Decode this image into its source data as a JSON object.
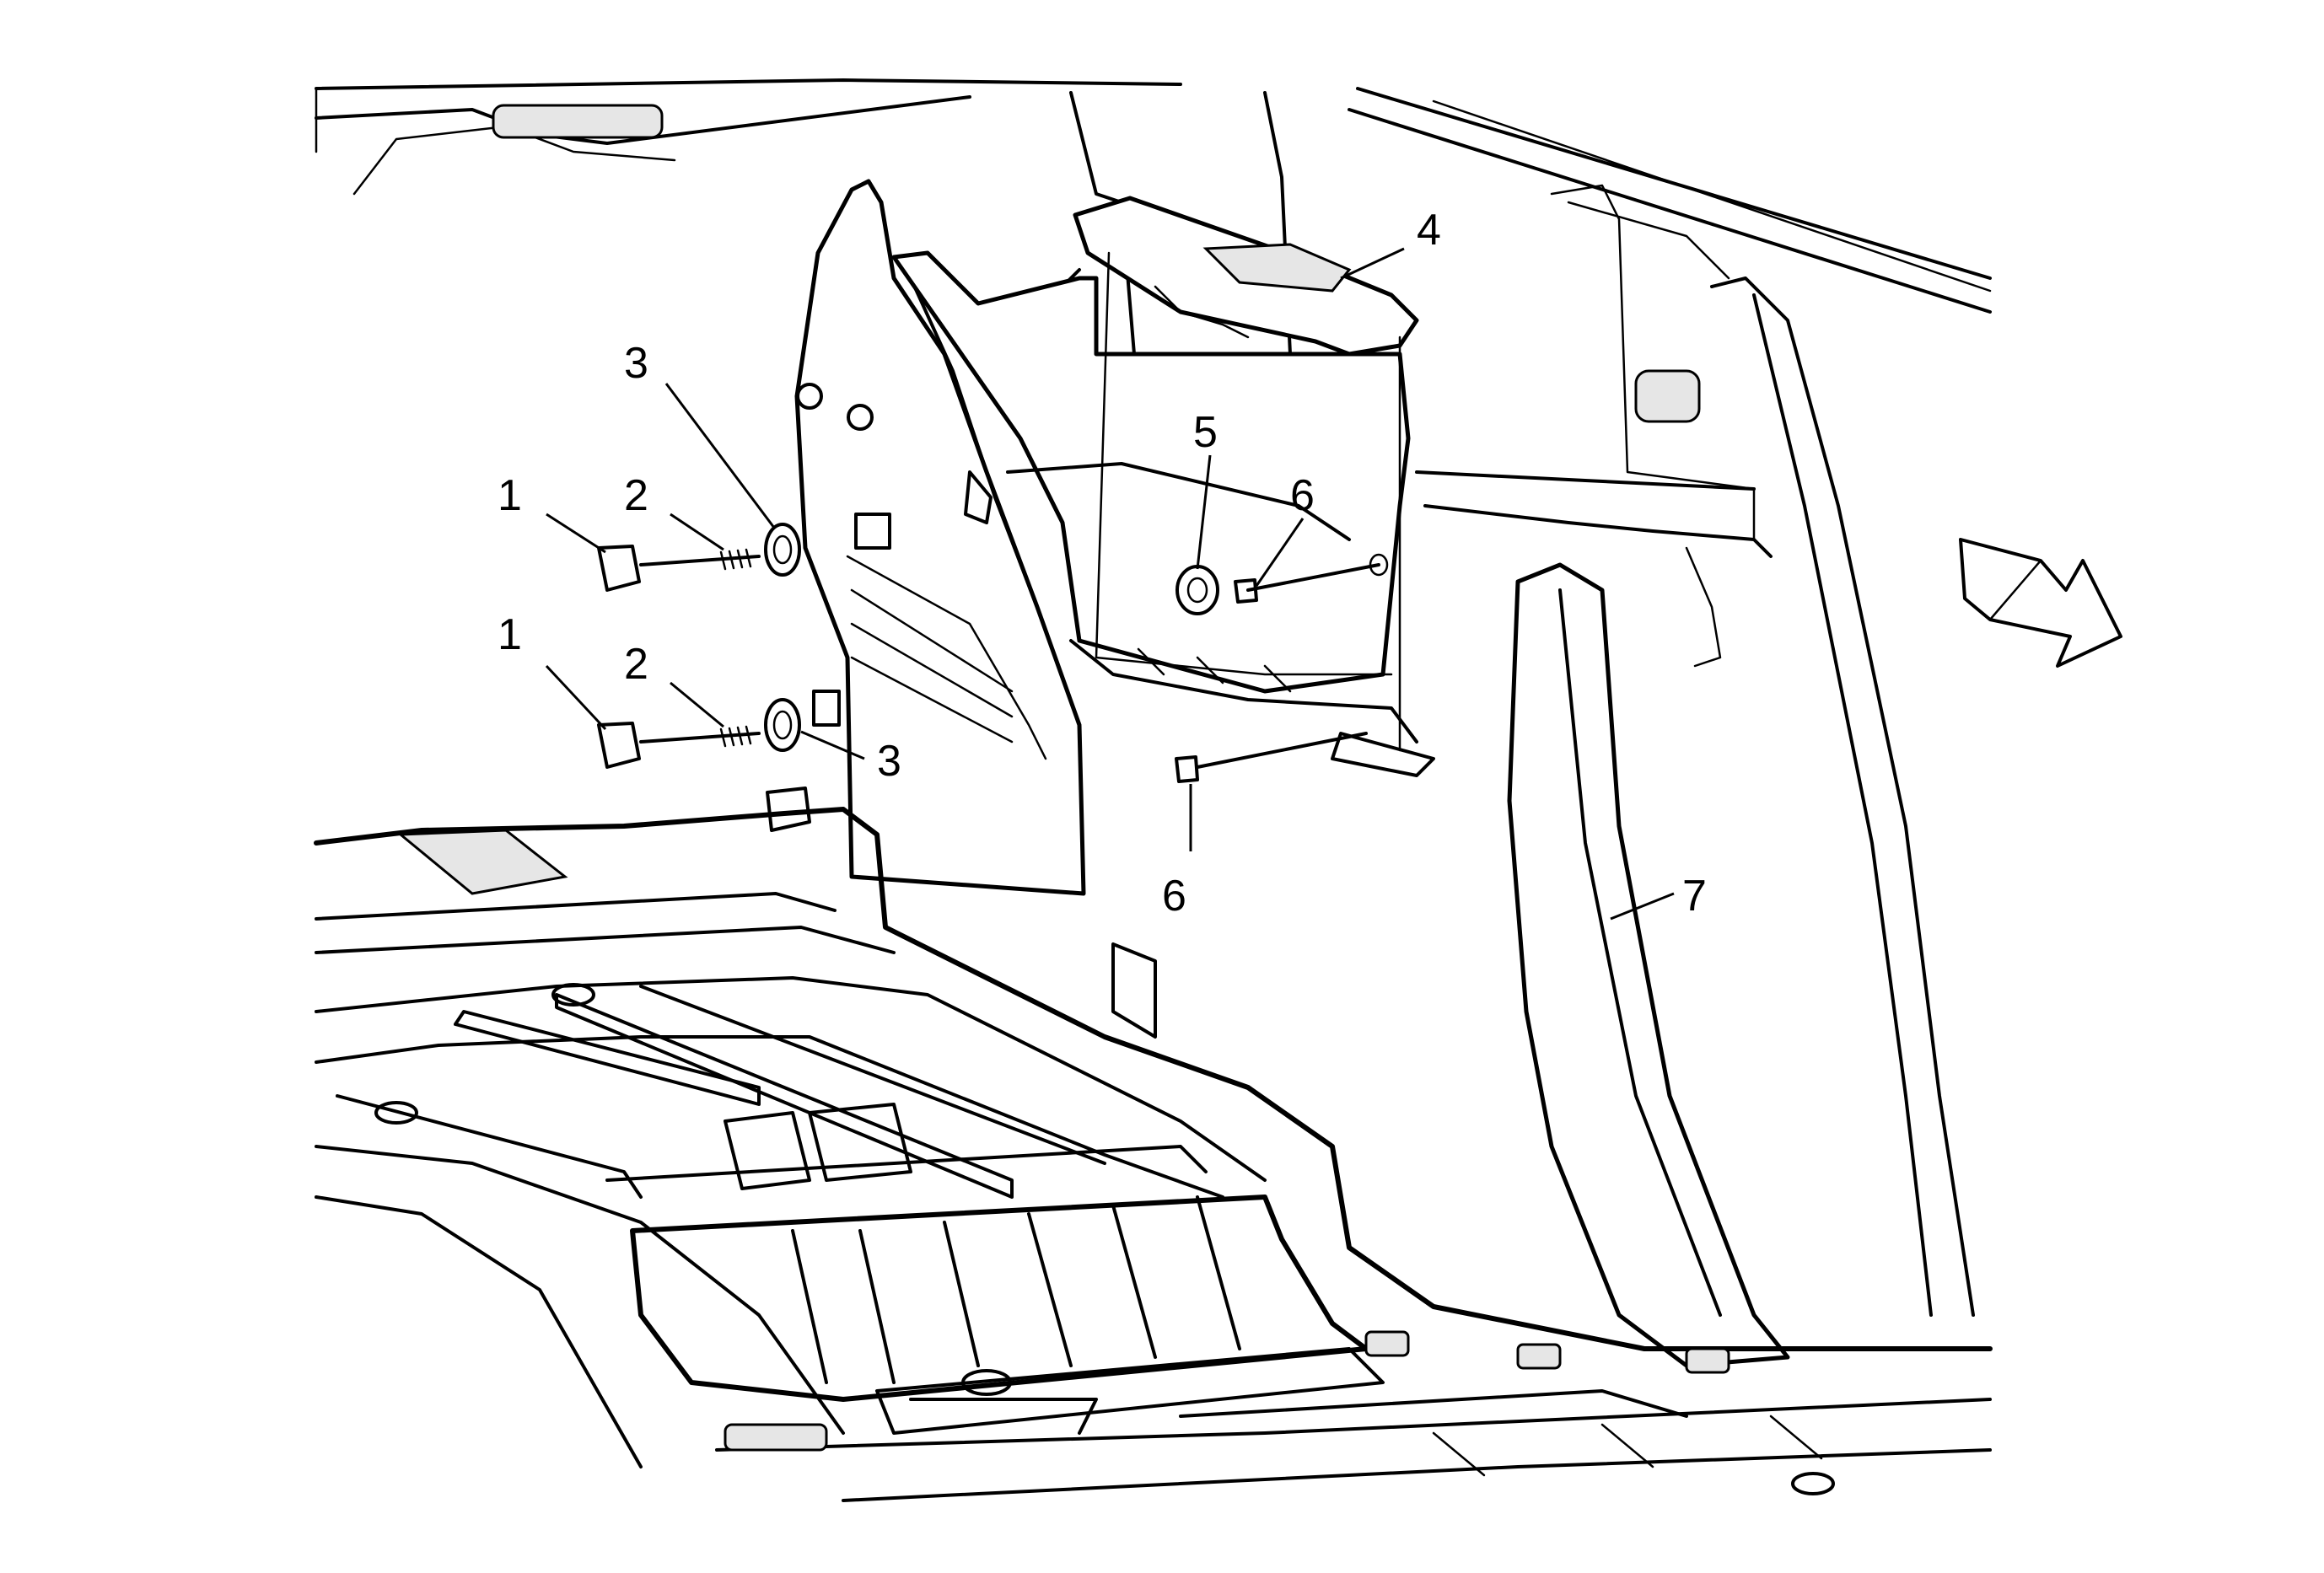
{
  "callouts": {
    "c1a": "1",
    "c1b": "1",
    "c2a": "2",
    "c2b": "2",
    "c3a": "3",
    "c3b": "3",
    "c4": "4",
    "c5": "5",
    "c6a": "6",
    "c6b": "6",
    "c7": "7"
  },
  "icons": {
    "direction_arrow": "front-direction-arrow-icon"
  },
  "colors": {
    "stroke": "#000000",
    "background": "#ffffff"
  }
}
